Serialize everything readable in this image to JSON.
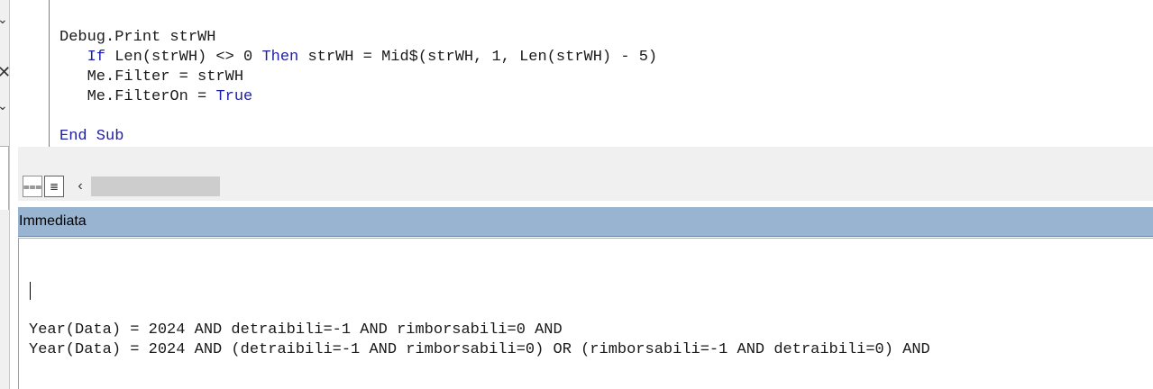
{
  "code": {
    "line1": {
      "pre": "Debug.Print strWH"
    },
    "line2": {
      "indent": "   ",
      "kw_if": "If",
      "mid": " Len(strWH) <> 0 ",
      "kw_then": "Then",
      "rest": " strWH = Mid$(strWH, 1, Len(strWH) - 5)"
    },
    "line3": {
      "text": "   Me.Filter = strWH"
    },
    "line4": {
      "pre": "   Me.FilterOn = ",
      "kw_true": "True"
    },
    "line5": {
      "kw_endsub": "End Sub"
    }
  },
  "immediate": {
    "title": "Immediata",
    "lines": [
      "Year(Data) = 2024 AND detraibili=-1 AND rimborsabili=0 AND",
      "Year(Data) = 2024 AND (detraibili=-1 AND rimborsabili=0) OR (rimborsabili=-1 AND detraibili=0) AND"
    ]
  },
  "icons": {
    "procedure_view": "procedure-view-icon",
    "full_module_view": "full-module-view-icon",
    "scroll_left": "chevron-left-icon"
  },
  "colors": {
    "keyword": "#1e1ea0",
    "title_bar": "#99b4d1",
    "scroll_thumb": "#cdcdcd"
  }
}
